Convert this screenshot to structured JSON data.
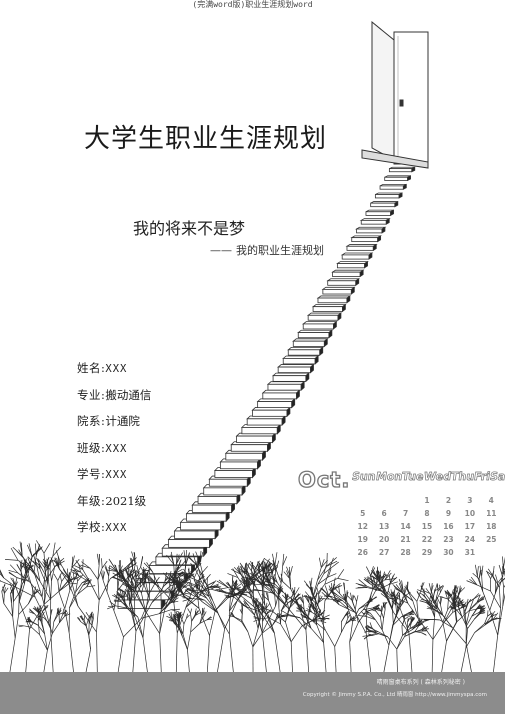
{
  "header": {
    "note": "(完满word版)职业生涯规划word"
  },
  "cover": {
    "title": "大学生职业生涯规划",
    "subtitle": "我的将来不是梦",
    "subtitle2_dash": "——",
    "subtitle2": "我的职业生涯规划"
  },
  "info": [
    {
      "label": "姓名:",
      "value": "XXX"
    },
    {
      "label": "专业:",
      "value": "搬动通信"
    },
    {
      "label": "院系:",
      "value": "计通院"
    },
    {
      "label": "班级:",
      "value": "XXX"
    },
    {
      "label": "学号:",
      "value": "XXX"
    },
    {
      "label": "年级:",
      "value": "2021级"
    },
    {
      "label": "学校:",
      "value": "XXX"
    }
  ],
  "calendar": {
    "month": "Oct.",
    "days": [
      "Sun",
      "Mon",
      "Tue",
      "Wed",
      "Thu",
      "Fri",
      "Sat"
    ],
    "dates": [
      "",
      "",
      "",
      "1",
      "2",
      "3",
      "4",
      "5",
      "6",
      "7",
      "8",
      "9",
      "10",
      "11",
      "12",
      "13",
      "14",
      "15",
      "16",
      "17",
      "18",
      "19",
      "20",
      "21",
      "22",
      "23",
      "24",
      "25",
      "26",
      "27",
      "28",
      "29",
      "30",
      "31",
      ""
    ]
  },
  "footer": {
    "line1": "晴雨窗桌布系列 ( 森林系列秘密 )",
    "line2": "Copyright © Jimmy S.P.A. Co., Ltd 晴雨窗 http://www.jimmyspa.com"
  }
}
